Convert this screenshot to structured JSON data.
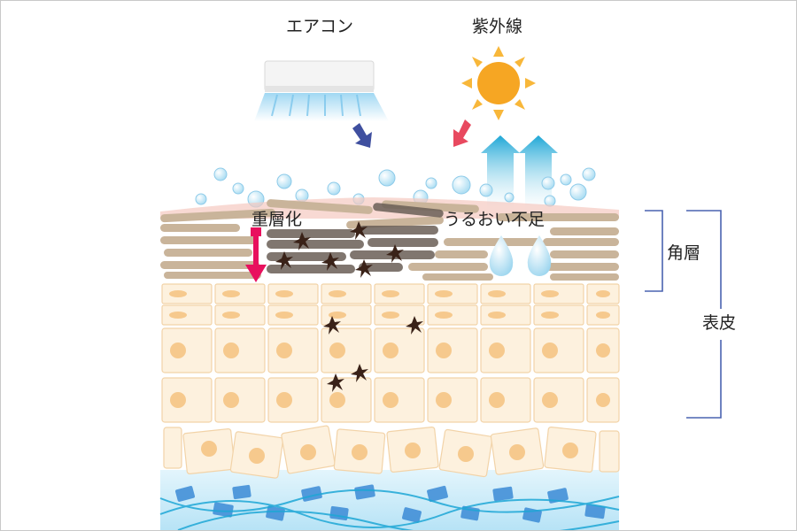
{
  "labels": {
    "aircon": "エアコン",
    "uv": "紫外線",
    "hyperkeratosis": "重層化",
    "dryness": "うるおい不足",
    "stratum_corneum": "角層",
    "epidermis": "表皮"
  },
  "colors": {
    "sun": "#f6a623",
    "sun_ray": "#f8b73a",
    "aircon_arrow": "#3f4f9f",
    "uv_arrow": "#e8495f",
    "moisture_arrow": "#1ea7d6",
    "hyper_arrow": "#e8115e",
    "bracket": "#4a63b0",
    "skin_cell_border": "#f2d3a8",
    "skin_cell_fill": "#fdf1de",
    "nucleus": "#f6c98d",
    "flake": "#c9b49a",
    "dark_flake": "#6a5f57",
    "melanin": "#3a2218",
    "water": "#bfe6f7"
  }
}
